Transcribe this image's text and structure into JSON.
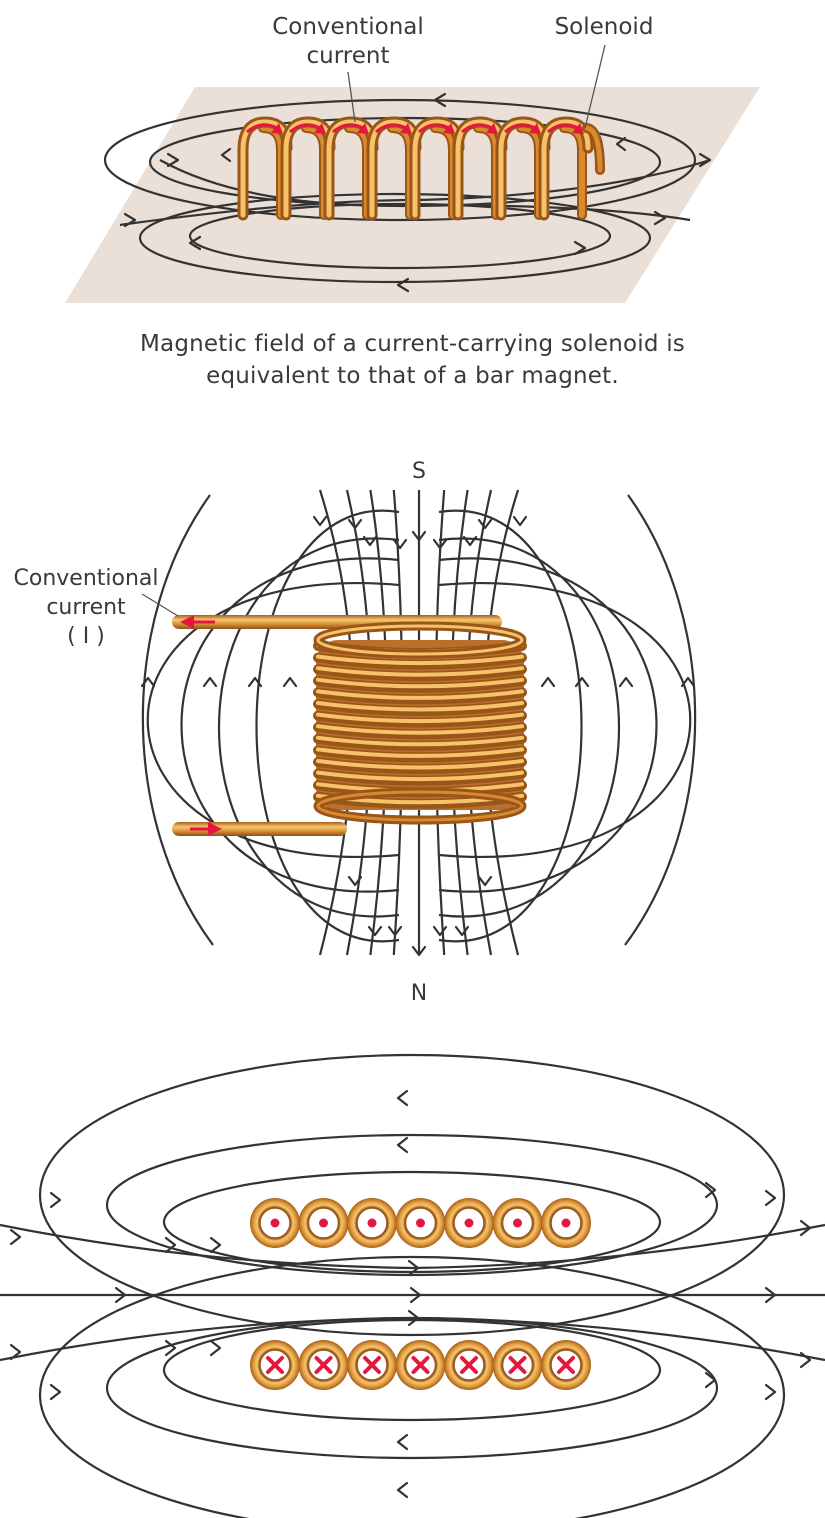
{
  "figure1": {
    "label_current": "Conventional current",
    "label_current_line1": "Conventional",
    "label_current_line2": "current",
    "label_solenoid": "Solenoid"
  },
  "caption": {
    "line1": "Magnetic field of a current-carrying solenoid is",
    "line2": "equivalent to that of a bar magnet."
  },
  "figure2": {
    "pole_top": "S",
    "pole_bottom": "N",
    "label_line1": "Conventional",
    "label_line2": "current",
    "label_line3": "( I )"
  },
  "figure3": {
    "top_row_symbol": "dot",
    "bottom_row_symbol": "cross",
    "conductor_count": 7
  },
  "colors": {
    "copper_light": "#f6c36b",
    "copper": "#d9892e",
    "copper_dark": "#9a5618",
    "current_arrow": "#e5173f",
    "field_line": "#333333",
    "plane": "#ebe0d8"
  }
}
